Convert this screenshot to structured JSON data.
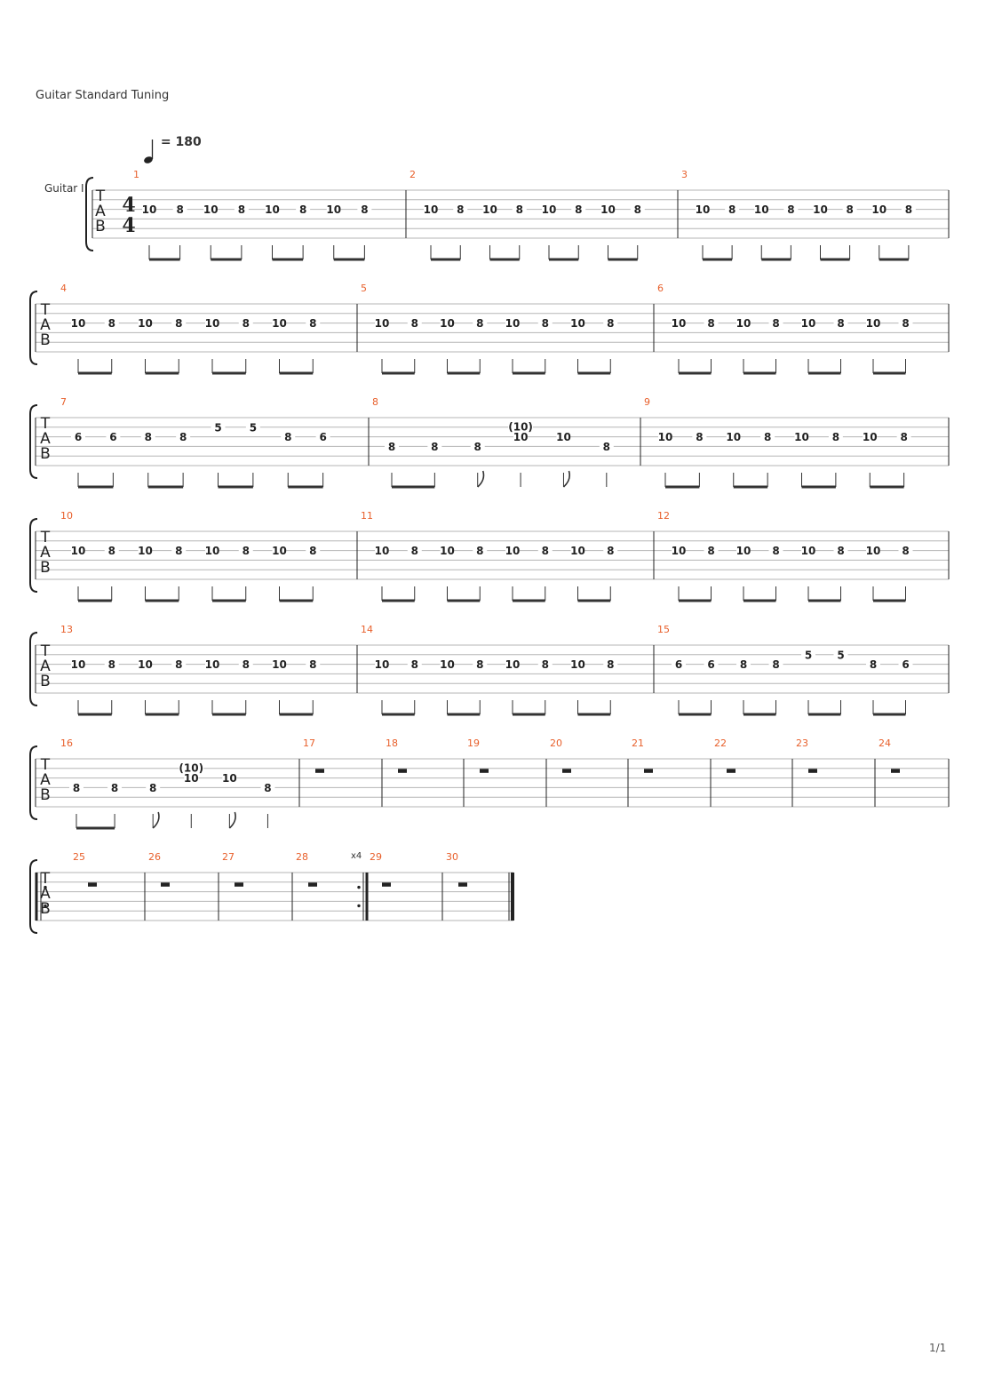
{
  "tuning_label": "Guitar Standard Tuning",
  "tempo": {
    "symbol": "quarter-note",
    "equals": "=",
    "bpm": "180"
  },
  "instrument_label": "Guitar I",
  "time_signature": {
    "top": "4",
    "bottom": "4"
  },
  "clef_letters": [
    "T",
    "A",
    "B"
  ],
  "repeat_count_label": "x4",
  "page_number": "1/1",
  "colors": {
    "measure_number": "#e8602c",
    "staff_line": "#b5b5b5",
    "ink": "#222222"
  },
  "pattern_A": [
    {
      "f": "10",
      "s": 3
    },
    {
      "f": "8",
      "s": 3
    },
    {
      "f": "10",
      "s": 3
    },
    {
      "f": "8",
      "s": 3
    },
    {
      "f": "10",
      "s": 3
    },
    {
      "f": "8",
      "s": 3
    },
    {
      "f": "10",
      "s": 3
    },
    {
      "f": "8",
      "s": 3
    }
  ],
  "pattern_B": [
    {
      "f": "6",
      "s": 3
    },
    {
      "f": "6",
      "s": 3
    },
    {
      "f": "8",
      "s": 3
    },
    {
      "f": "8",
      "s": 3
    },
    {
      "f": "5",
      "s": 2
    },
    {
      "f": "5",
      "s": 2
    },
    {
      "f": "8",
      "s": 3
    },
    {
      "f": "6",
      "s": 3
    }
  ],
  "pattern_C": [
    {
      "f": "8",
      "s": 4,
      "flag": false
    },
    {
      "f": "8",
      "s": 4,
      "flag": false
    },
    {
      "f": "8",
      "s": 4,
      "flag": true
    },
    {
      "f": "10",
      "s": 3,
      "ghost": "(10)",
      "quarter": true
    },
    {
      "f": "10",
      "s": 3,
      "flag": true
    },
    {
      "f": "8",
      "s": 4,
      "quarter": true
    }
  ],
  "systems": [
    {
      "measures": [
        {
          "n": "1",
          "notes": "pattern_A"
        },
        {
          "n": "2",
          "notes": "pattern_A"
        },
        {
          "n": "3",
          "notes": "pattern_A"
        }
      ]
    },
    {
      "measures": [
        {
          "n": "4",
          "notes": "pattern_A"
        },
        {
          "n": "5",
          "notes": "pattern_A"
        },
        {
          "n": "6",
          "notes": "pattern_A"
        }
      ]
    },
    {
      "measures": [
        {
          "n": "7",
          "notes": "pattern_B"
        },
        {
          "n": "8",
          "notes": "pattern_C"
        },
        {
          "n": "9",
          "notes": "pattern_A"
        }
      ]
    },
    {
      "measures": [
        {
          "n": "10",
          "notes": "pattern_A"
        },
        {
          "n": "11",
          "notes": "pattern_A"
        },
        {
          "n": "12",
          "notes": "pattern_A"
        }
      ]
    },
    {
      "measures": [
        {
          "n": "13",
          "notes": "pattern_A"
        },
        {
          "n": "14",
          "notes": "pattern_A"
        },
        {
          "n": "15",
          "notes": "pattern_B"
        }
      ]
    },
    {
      "measures": [
        {
          "n": "16",
          "notes": "pattern_C"
        },
        {
          "n": "17",
          "rest": true
        },
        {
          "n": "18",
          "rest": true
        },
        {
          "n": "19",
          "rest": true
        },
        {
          "n": "20",
          "rest": true
        },
        {
          "n": "21",
          "rest": true
        },
        {
          "n": "22",
          "rest": true
        },
        {
          "n": "23",
          "rest": true
        },
        {
          "n": "24",
          "rest": true
        }
      ]
    },
    {
      "measures": [
        {
          "n": "25",
          "rest": true,
          "repeat_start": true
        },
        {
          "n": "26",
          "rest": true
        },
        {
          "n": "27",
          "rest": true
        },
        {
          "n": "28",
          "rest": true,
          "repeat_end": true
        },
        {
          "n": "29",
          "rest": true
        },
        {
          "n": "30",
          "rest": true,
          "final": true
        }
      ]
    }
  ]
}
